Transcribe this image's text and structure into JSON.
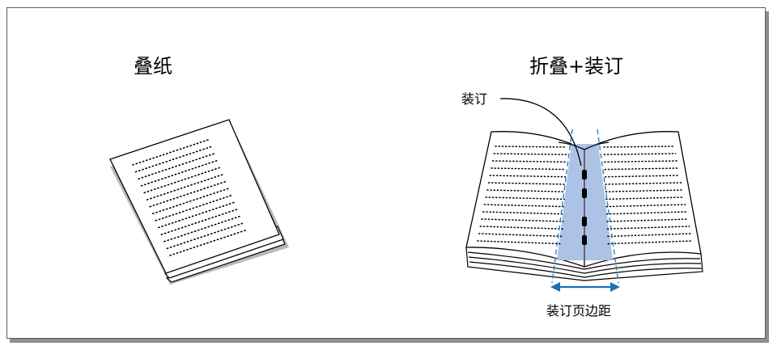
{
  "left_title": "叠纸",
  "right_title": "折叠+装订",
  "binding_label": "装订",
  "margin_label": "装订页边距",
  "colors": {
    "margin_fill": "#a9c0e4",
    "guide_line": "#2e7fc0",
    "arrow": "#1e6fb8",
    "frame_border": "#5a5a5a",
    "shadow": "#8e8e8e"
  }
}
